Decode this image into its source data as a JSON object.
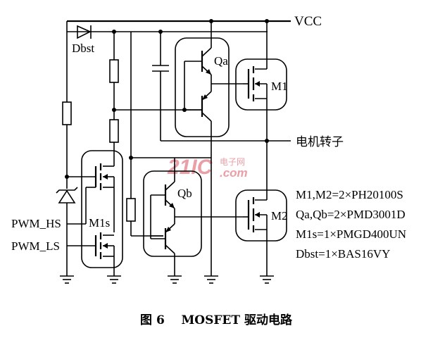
{
  "labels": {
    "vcc": "VCC",
    "dbst": "Dbst",
    "qa": "Qa",
    "qb": "Qb",
    "m1": "M1",
    "m2": "M2",
    "m1s": "M1s",
    "rotor": "电机转子",
    "pwm_hs": "PWM_HS",
    "pwm_ls": "PWM_LS"
  },
  "parts_list": [
    "M1,M2=2×PH20100S",
    "Qa,Qb=2×PMD3001D",
    "M1s=1×PMGD400UN",
    "Dbst=1×BAS16VY"
  ],
  "watermark": {
    "main": "21IC",
    "cn": "电子网",
    "sub": ".com"
  },
  "caption": "图 6    MOSFET 驱动电路",
  "colors": {
    "ink": "#000000",
    "watermark": "#e37f8a"
  }
}
